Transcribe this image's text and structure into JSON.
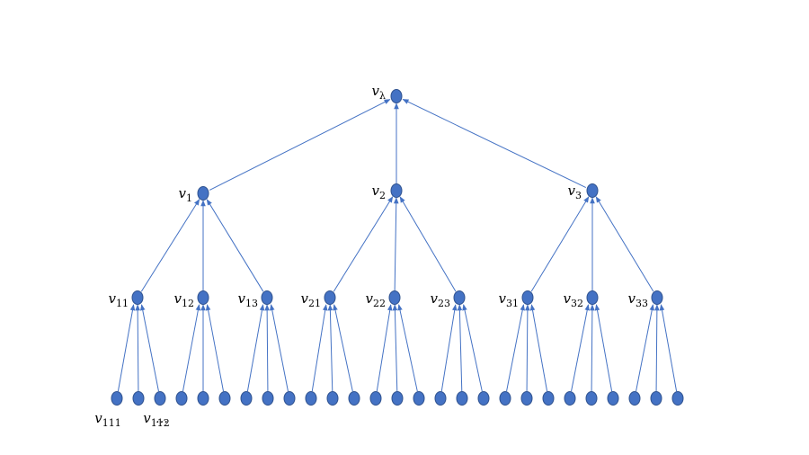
{
  "colors": {
    "node_fill": "#4472C4",
    "node_stroke": "#2F528F",
    "edge": "#4472C4",
    "text": "#000000"
  },
  "tree": {
    "root": {
      "label": "v",
      "sub": "λ"
    },
    "level1": [
      {
        "label": "v",
        "sub": "1"
      },
      {
        "label": "v",
        "sub": "2"
      },
      {
        "label": "v",
        "sub": "3"
      }
    ],
    "level2": [
      {
        "label": "v",
        "sub": "11"
      },
      {
        "label": "v",
        "sub": "12"
      },
      {
        "label": "v",
        "sub": "13"
      },
      {
        "label": "v",
        "sub": "21"
      },
      {
        "label": "v",
        "sub": "22"
      },
      {
        "label": "v",
        "sub": "23"
      },
      {
        "label": "v",
        "sub": "31"
      },
      {
        "label": "v",
        "sub": "32"
      },
      {
        "label": "v",
        "sub": "33"
      }
    ],
    "leaves_per_parent": 3,
    "leaf_labels": [
      {
        "label": "v",
        "sub": "111"
      },
      {
        "label": "v",
        "sub": "112"
      }
    ],
    "ellipsis": "…"
  }
}
